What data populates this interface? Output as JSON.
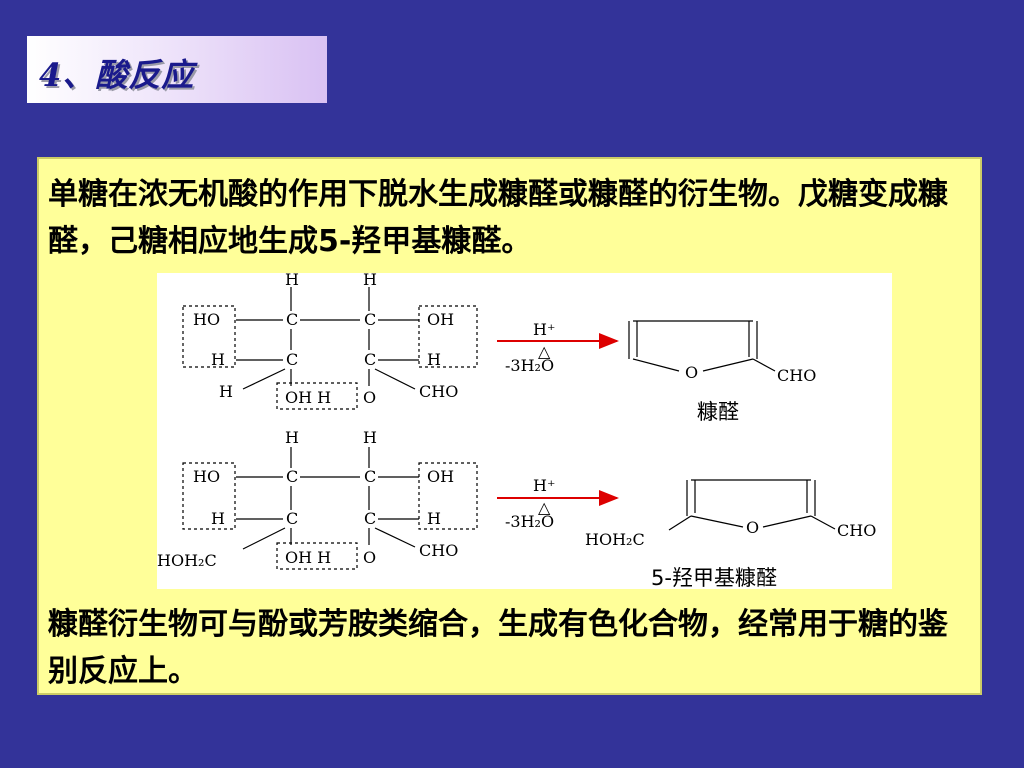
{
  "title": "4、酸反应",
  "paragraph1": "单糖在浓无机酸的作用下脱水生成糠醛或糠醛的衍生物。戊糖变成糠醛，己糖相应地生成5-羟甲基糠醛。",
  "paragraph2": "糠醛衍生物可与酚或芳胺类缩合，生成有色化合物，经常用于糖的鉴别反应上。",
  "diagram": {
    "atoms": {
      "H": "H",
      "C": "C",
      "HO": "HO",
      "OH": "OH",
      "O": "O",
      "CHO": "CHO",
      "HOH2C": "HOH₂C",
      "OH_H": "OH H"
    },
    "reaction1": {
      "catalyst": "H⁺",
      "heat": "△",
      "loss": "-3H₂O",
      "product_label": "糠醛"
    },
    "reaction2": {
      "catalyst": "H⁺",
      "heat": "△",
      "loss": "-3H₂O",
      "product_label": "5-羟甲基糠醛"
    },
    "colors": {
      "arrow": "#dd0000",
      "line": "#000000"
    }
  }
}
